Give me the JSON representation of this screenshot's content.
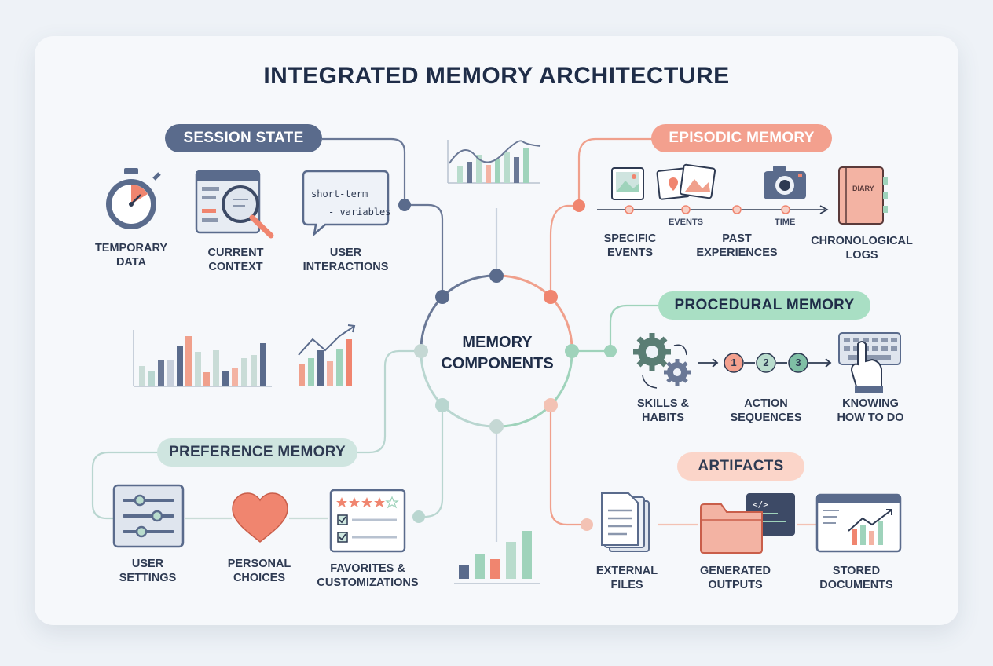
{
  "title": "INTEGRATED MEMORY ARCHITECTURE",
  "center": {
    "line1": "MEMORY",
    "line2": "COMPONENTS"
  },
  "colors": {
    "session": "#5a6b8c",
    "episodic": "#f0856f",
    "procedural": "#7fc9a6",
    "preference": "#9fc7c0",
    "artifacts": "#f0a08c"
  },
  "session": {
    "label": "SESSION STATE",
    "items": [
      {
        "line1": "TEMPORARY",
        "line2": "DATA",
        "icon": "stopwatch-icon"
      },
      {
        "line1": "CURRENT",
        "line2": "CONTEXT",
        "icon": "magnifier-window-icon"
      },
      {
        "line1": "USER",
        "line2": "INTERACTIONS",
        "icon": "chat-bubble-icon"
      }
    ],
    "bubble_line1": "short-term",
    "bubble_line2": "- variables"
  },
  "episodic": {
    "label": "EPISODIC MEMORY",
    "timeline_events": "EVENTS",
    "timeline_time": "TIME",
    "diary": "DIARY",
    "items": [
      {
        "line1": "SPECIFIC",
        "line2": "EVENTS"
      },
      {
        "line1": "PAST",
        "line2": "EXPERIENCES"
      },
      {
        "line1": "CHRONOLOGICAL",
        "line2": "LOGS"
      }
    ]
  },
  "procedural": {
    "label": "PROCEDURAL MEMORY",
    "steps": [
      "1",
      "2",
      "3"
    ],
    "items": [
      {
        "line1": "SKILLS &",
        "line2": "HABITS"
      },
      {
        "line1": "ACTION",
        "line2": "SEQUENCES"
      },
      {
        "line1": "KNOWING",
        "line2": "HOW TO DO"
      }
    ]
  },
  "preference": {
    "label": "PREFERENCE MEMORY",
    "items": [
      {
        "line1": "USER",
        "line2": "SETTINGS"
      },
      {
        "line1": "PERSONAL",
        "line2": "CHOICES"
      },
      {
        "line1": "FAVORITES &",
        "line2": "CUSTOMIZATIONS"
      }
    ]
  },
  "artifacts": {
    "label": "ARTIFACTS",
    "code_tag": "</>",
    "items": [
      {
        "line1": "EXTERNAL",
        "line2": "FILES"
      },
      {
        "line1": "GENERATED",
        "line2": "OUTPUTS"
      },
      {
        "line1": "STORED",
        "line2": "DOCUMENTS"
      }
    ]
  }
}
